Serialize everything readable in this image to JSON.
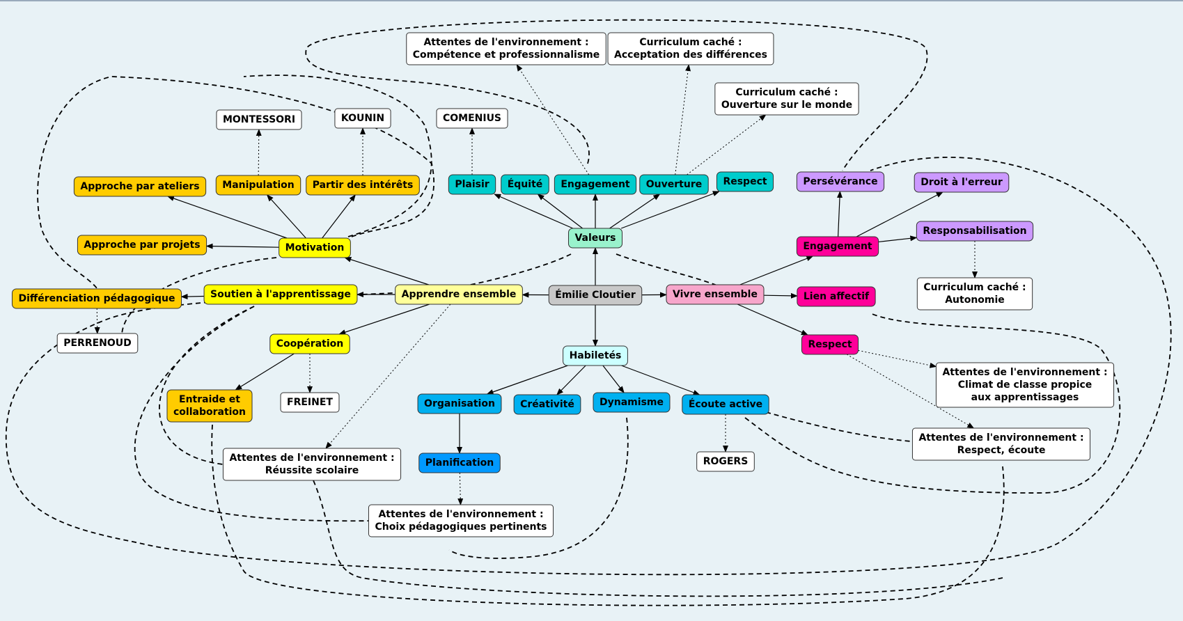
{
  "chart_data": {
    "type": "concept-map",
    "center": "Émilie Cloutier",
    "nodes": [
      {
        "id": "center",
        "lines": [
          "Émilie Cloutier"
        ],
        "color": "#c8c8c8"
      },
      {
        "id": "valeurs",
        "lines": [
          "Valeurs"
        ],
        "color": "#99f2cc"
      },
      {
        "id": "apprendre",
        "lines": [
          "Apprendre ensemble"
        ],
        "color": "#ffff99"
      },
      {
        "id": "vivre",
        "lines": [
          "Vivre ensemble"
        ],
        "color": "#f7a6cb"
      },
      {
        "id": "habiletes",
        "lines": [
          "Habiletés"
        ],
        "color": "#ccffff"
      },
      {
        "id": "plaisir",
        "lines": [
          "Plaisir"
        ],
        "color": "#00cccc"
      },
      {
        "id": "equite",
        "lines": [
          "Équité"
        ],
        "color": "#00cccc"
      },
      {
        "id": "engagement_v",
        "lines": [
          "Engagement"
        ],
        "color": "#00cccc"
      },
      {
        "id": "ouverture",
        "lines": [
          "Ouverture"
        ],
        "color": "#00cccc"
      },
      {
        "id": "respect_v",
        "lines": [
          "Respect"
        ],
        "color": "#00cccc"
      },
      {
        "id": "comenius",
        "lines": [
          "COMENIUS"
        ],
        "color": "#ffffff"
      },
      {
        "id": "env_comp",
        "lines": [
          "Attentes de l'environnement :",
          "Compétence et professionnalisme"
        ],
        "color": "#ffffff"
      },
      {
        "id": "cc_accept",
        "lines": [
          "Curriculum caché :",
          "Acceptation des différences"
        ],
        "color": "#ffffff"
      },
      {
        "id": "cc_ouv",
        "lines": [
          "Curriculum caché :",
          "Ouverture sur le monde"
        ],
        "color": "#ffffff"
      },
      {
        "id": "motivation",
        "lines": [
          "Motivation"
        ],
        "color": "#ffff00"
      },
      {
        "id": "soutien",
        "lines": [
          "Soutien à l'apprentissage"
        ],
        "color": "#ffff00"
      },
      {
        "id": "cooperation",
        "lines": [
          "Coopération"
        ],
        "color": "#ffff00"
      },
      {
        "id": "ateliers",
        "lines": [
          "Approche par ateliers"
        ],
        "color": "#ffcc00"
      },
      {
        "id": "manipulation",
        "lines": [
          "Manipulation"
        ],
        "color": "#ffcc00"
      },
      {
        "id": "interets",
        "lines": [
          "Partir des intérêts"
        ],
        "color": "#ffcc00"
      },
      {
        "id": "projets",
        "lines": [
          "Approche par projets"
        ],
        "color": "#ffcc00"
      },
      {
        "id": "differenciation",
        "lines": [
          "Différenciation pédagogique"
        ],
        "color": "#ffcc00"
      },
      {
        "id": "entraide",
        "lines": [
          "Entraide et",
          "collaboration"
        ],
        "color": "#ffcc00"
      },
      {
        "id": "montessori",
        "lines": [
          "MONTESSORI"
        ],
        "color": "#ffffff"
      },
      {
        "id": "kounin",
        "lines": [
          "KOUNIN"
        ],
        "color": "#ffffff"
      },
      {
        "id": "perrenoud",
        "lines": [
          "PERRENOUD"
        ],
        "color": "#ffffff"
      },
      {
        "id": "freinet",
        "lines": [
          "FREINET"
        ],
        "color": "#ffffff"
      },
      {
        "id": "env_reussite",
        "lines": [
          "Attentes de l'environnement :",
          "Réussite scolaire"
        ],
        "color": "#ffffff"
      },
      {
        "id": "organisation",
        "lines": [
          "Organisation"
        ],
        "color": "#00b0f0"
      },
      {
        "id": "creativite",
        "lines": [
          "Créativité"
        ],
        "color": "#00b0f0"
      },
      {
        "id": "dynamisme",
        "lines": [
          "Dynamisme"
        ],
        "color": "#00b0f0"
      },
      {
        "id": "ecoute",
        "lines": [
          "Écoute active"
        ],
        "color": "#00b0f0"
      },
      {
        "id": "planification",
        "lines": [
          "Planification"
        ],
        "color": "#0099ff"
      },
      {
        "id": "rogers",
        "lines": [
          "ROGERS"
        ],
        "color": "#ffffff"
      },
      {
        "id": "env_choix",
        "lines": [
          "Attentes de l'environnement :",
          "Choix pédagogiques pertinents"
        ],
        "color": "#ffffff"
      },
      {
        "id": "engagement_vv",
        "lines": [
          "Engagement"
        ],
        "color": "#ff0099"
      },
      {
        "id": "lien",
        "lines": [
          "Lien affectif"
        ],
        "color": "#ff0099"
      },
      {
        "id": "respect_vv",
        "lines": [
          "Respect"
        ],
        "color": "#ff0099"
      },
      {
        "id": "perseverance",
        "lines": [
          "Persévérance"
        ],
        "color": "#cc99ff"
      },
      {
        "id": "droit",
        "lines": [
          "Droit à l'erreur"
        ],
        "color": "#cc99ff"
      },
      {
        "id": "responsabilisation",
        "lines": [
          "Responsabilisation"
        ],
        "color": "#cc99ff"
      },
      {
        "id": "cc_autonomie",
        "lines": [
          "Curriculum caché :",
          "Autonomie"
        ],
        "color": "#ffffff"
      },
      {
        "id": "env_climat",
        "lines": [
          "Attentes de l'environnement :",
          "Climat de classe propice",
          "aux apprentissages"
        ],
        "color": "#ffffff"
      },
      {
        "id": "env_respect",
        "lines": [
          "Attentes de l'environnement :",
          "Respect, écoute"
        ],
        "color": "#ffffff"
      }
    ],
    "links": [
      [
        "center",
        "valeurs",
        "solid"
      ],
      [
        "center",
        "apprendre",
        "solid"
      ],
      [
        "center",
        "vivre",
        "solid"
      ],
      [
        "center",
        "habiletes",
        "solid"
      ],
      [
        "valeurs",
        "plaisir",
        "solid"
      ],
      [
        "valeurs",
        "equite",
        "solid"
      ],
      [
        "valeurs",
        "engagement_v",
        "solid"
      ],
      [
        "valeurs",
        "ouverture",
        "solid"
      ],
      [
        "valeurs",
        "respect_v",
        "solid"
      ],
      [
        "plaisir",
        "comenius",
        "dotted"
      ],
      [
        "engagement_v",
        "env_comp",
        "dotted"
      ],
      [
        "ouverture",
        "cc_accept",
        "dotted"
      ],
      [
        "ouverture",
        "cc_ouv",
        "dotted"
      ],
      [
        "apprendre",
        "motivation",
        "solid"
      ],
      [
        "apprendre",
        "soutien",
        "solid"
      ],
      [
        "apprendre",
        "cooperation",
        "solid"
      ],
      [
        "apprendre",
        "env_reussite",
        "dotted"
      ],
      [
        "motivation",
        "ateliers",
        "solid"
      ],
      [
        "motivation",
        "manipulation",
        "solid"
      ],
      [
        "motivation",
        "interets",
        "solid"
      ],
      [
        "motivation",
        "projets",
        "solid"
      ],
      [
        "manipulation",
        "montessori",
        "dotted"
      ],
      [
        "interets",
        "kounin",
        "dotted"
      ],
      [
        "soutien",
        "differenciation",
        "solid"
      ],
      [
        "differenciation",
        "perrenoud",
        "dotted"
      ],
      [
        "cooperation",
        "entraide",
        "solid"
      ],
      [
        "cooperation",
        "freinet",
        "dotted"
      ],
      [
        "habiletes",
        "organisation",
        "solid"
      ],
      [
        "habiletes",
        "creativite",
        "solid"
      ],
      [
        "habiletes",
        "dynamisme",
        "solid"
      ],
      [
        "habiletes",
        "ecoute",
        "solid"
      ],
      [
        "organisation",
        "planification",
        "solid"
      ],
      [
        "planification",
        "env_choix",
        "dotted"
      ],
      [
        "ecoute",
        "rogers",
        "dotted"
      ],
      [
        "vivre",
        "engagement_vv",
        "solid"
      ],
      [
        "vivre",
        "lien",
        "solid"
      ],
      [
        "vivre",
        "respect_vv",
        "solid"
      ],
      [
        "engagement_vv",
        "perseverance",
        "solid"
      ],
      [
        "engagement_vv",
        "droit",
        "solid"
      ],
      [
        "engagement_vv",
        "responsabilisation",
        "solid"
      ],
      [
        "responsabilisation",
        "cc_autonomie",
        "dotted"
      ],
      [
        "respect_vv",
        "env_climat",
        "dotted"
      ],
      [
        "respect_vv",
        "env_respect",
        "dotted"
      ]
    ]
  }
}
